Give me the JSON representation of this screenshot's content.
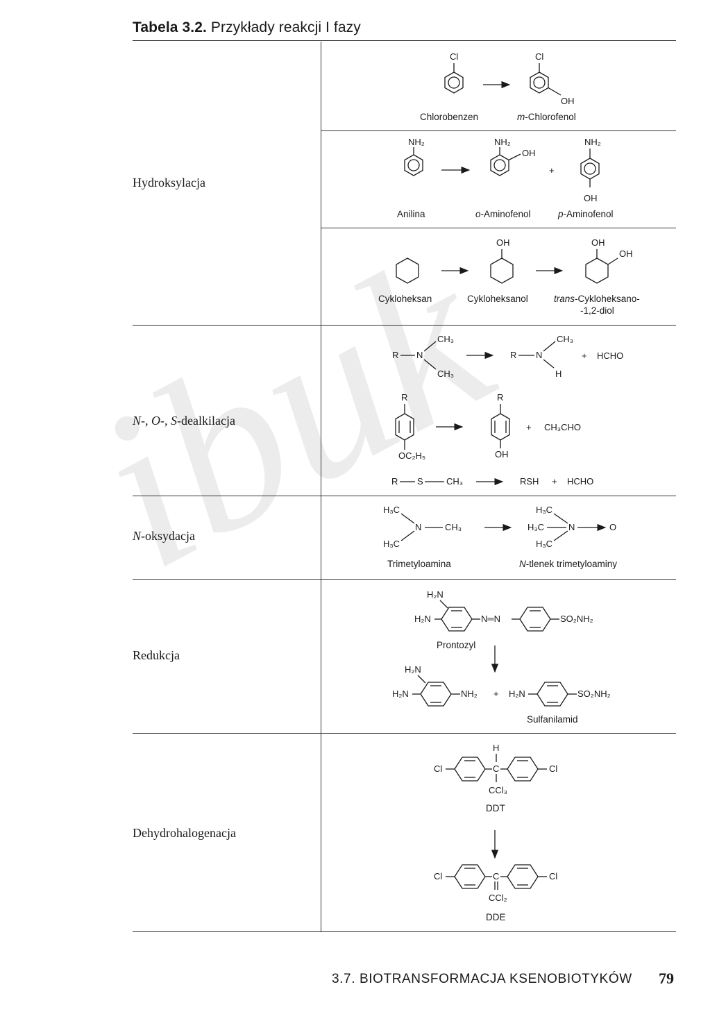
{
  "table_title_bold": "Tabela 3.2.",
  "table_title_rest": "Przykłady reakcji I fazy",
  "watermark": "ibuk",
  "rows": {
    "hydroksylacja": "Hydroksylacja",
    "dealkilacja_n": "N",
    "dealkilacja_o": "O",
    "dealkilacja_s": "S",
    "dealkilacja_sep": "-, ",
    "dealkilacja_tail": "-dealkilacja",
    "oksydacja_n": "N",
    "oksydacja_tail": "-oksydacja",
    "redukcja": "Redukcja",
    "dehydro": "Dehydrohalogenacja"
  },
  "compounds": {
    "chlorobenzen": "Chlorobenzen",
    "m_prefix": "m",
    "m_chlorofenol": "-Chlorofenol",
    "anilina": "Anilina",
    "o_prefix": "o",
    "o_aminofenol": "-Aminofenol",
    "p_prefix": "p",
    "p_aminofenol": "-Aminofenol",
    "cykloheksan": "Cykloheksan",
    "cykloheksanol": "Cykloheksanol",
    "trans_prefix": "trans",
    "trans_line1": "-Cykloheksano-",
    "trans_line2": "-1,2-diol",
    "trimetyloamina": "Trimetyloamina",
    "n_prefix": "N",
    "n_tlenek": "-tlenek trimetyloaminy",
    "prontozyl": "Prontozyl",
    "sulfanilamid": "Sulfanilamid",
    "ddt": "DDT",
    "dde": "DDE"
  },
  "atoms": {
    "cl": "Cl",
    "oh": "OH",
    "nh2": "NH₂",
    "plus": "+",
    "r": "R",
    "n": "N",
    "h": "H",
    "ch3": "CH₃",
    "hcho": "HCHO",
    "ch3cho": "CH₃CHO",
    "oc2h5": "OC₂H₅",
    "r_s_ch3_r": "R",
    "s": "S",
    "rsh": "RSH",
    "h3c": "H₃C",
    "o": "O",
    "h2n": "H₂N",
    "so2nh2": "SO₂NH₂",
    "azo": "N═N",
    "c": "C",
    "ccl3": "CCl₃",
    "ccl2": "CCl₂"
  },
  "footer": "3.7. BIOTRANSFORMACJA KSENOBIOTYKÓW",
  "page_number": "79"
}
